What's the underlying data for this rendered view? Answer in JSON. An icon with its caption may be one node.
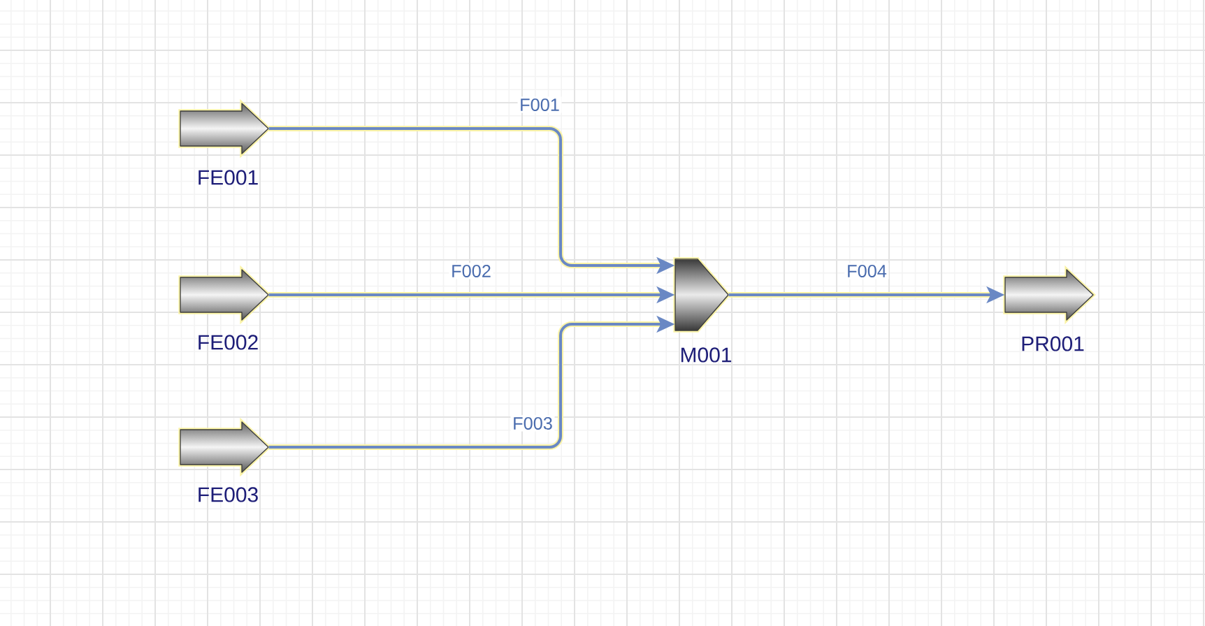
{
  "diagram": {
    "nodes": [
      {
        "text": [
          "FE001"
        ]
      },
      {
        "text": [
          "FE002"
        ]
      },
      {
        "text": [
          "FE003"
        ]
      },
      {
        "text": [
          "M001"
        ]
      },
      {
        "text": [
          "PR001"
        ]
      }
    ],
    "edges": [
      {
        "from": 0,
        "to": 3,
        "arrow": "to",
        "label": "F001"
      },
      {
        "from": 1,
        "to": 3,
        "arrow": "to",
        "label": "F002"
      },
      {
        "from": 2,
        "to": 3,
        "arrow": "to",
        "label": "F003"
      },
      {
        "from": 3,
        "to": 4,
        "arrow": "to",
        "label": "F004"
      }
    ]
  }
}
